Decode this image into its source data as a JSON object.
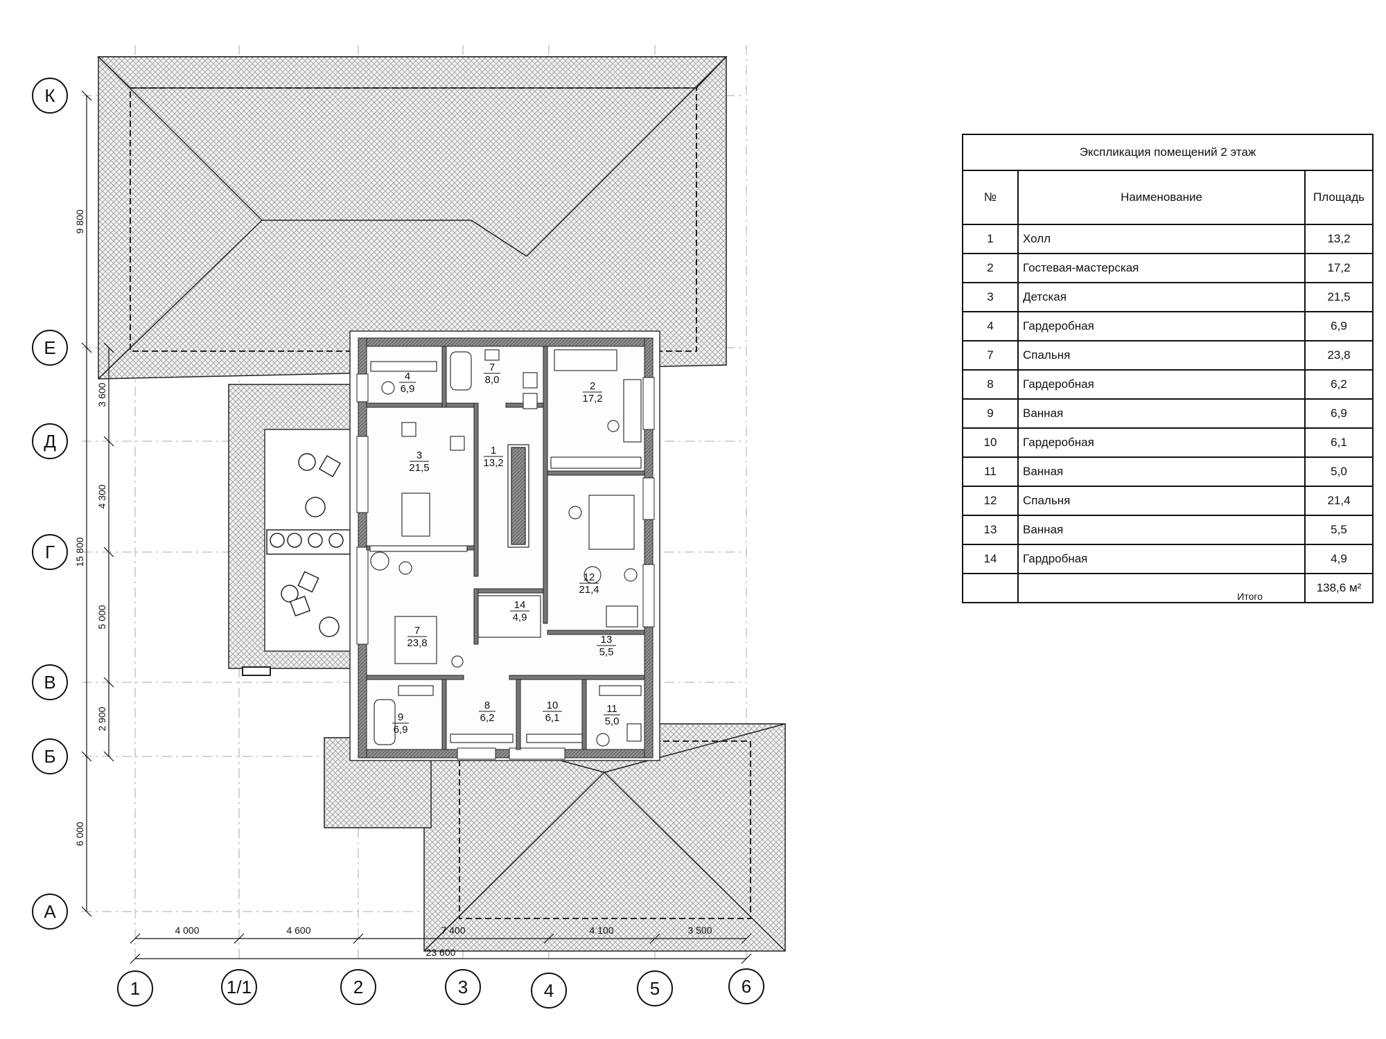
{
  "axes": {
    "rows": [
      "К",
      "Е",
      "Д",
      "Г",
      "В",
      "Б",
      "А"
    ],
    "cols": [
      "1",
      "1/1",
      "2",
      "3",
      "4",
      "5",
      "6"
    ]
  },
  "dimensions": {
    "vertical": [
      "9 800",
      "3 600",
      "4 300",
      "15 800",
      "5 000",
      "2 900",
      "6 000"
    ],
    "horizontal": [
      "4 000",
      "4 600",
      "7 400",
      "4 100",
      "3 500"
    ],
    "total_width": "23 600"
  },
  "plan_rooms": [
    {
      "num": "4",
      "area": "6,9"
    },
    {
      "num": "7",
      "area": "8,0"
    },
    {
      "num": "2",
      "area": "17,2"
    },
    {
      "num": "3",
      "area": "21,5"
    },
    {
      "num": "1",
      "area": "13,2"
    },
    {
      "num": "12",
      "area": "21,4"
    },
    {
      "num": "14",
      "area": "4,9"
    },
    {
      "num": "7",
      "area": "23,8"
    },
    {
      "num": "13",
      "area": "5,5"
    },
    {
      "num": "9",
      "area": "6,9"
    },
    {
      "num": "8",
      "area": "6,2"
    },
    {
      "num": "10",
      "area": "6,1"
    },
    {
      "num": "11",
      "area": "5,0"
    }
  ],
  "table": {
    "caption": "Экспликация помещений 2 этаж",
    "headers": [
      "№",
      "Наименование",
      "Площадь"
    ],
    "rows": [
      [
        "1",
        "Холл",
        "13,2"
      ],
      [
        "2",
        "Гостевая-мастерская",
        "17,2"
      ],
      [
        "3",
        "Детская",
        "21,5"
      ],
      [
        "4",
        "Гардеробная",
        "6,9"
      ],
      [
        "7",
        "Спальня",
        "23,8"
      ],
      [
        "8",
        "Гардеробная",
        "6,2"
      ],
      [
        "9",
        "Ванная",
        "6,9"
      ],
      [
        "10",
        "Гардеробная",
        "6,1"
      ],
      [
        "11",
        "Ванная",
        "5,0"
      ],
      [
        "12",
        "Спальня",
        "21,4"
      ],
      [
        "13",
        "Ванная",
        "5,5"
      ],
      [
        "14",
        "Гардробная",
        "4,9"
      ]
    ],
    "total_label": "Итого",
    "total_value": "138,6 м²"
  }
}
